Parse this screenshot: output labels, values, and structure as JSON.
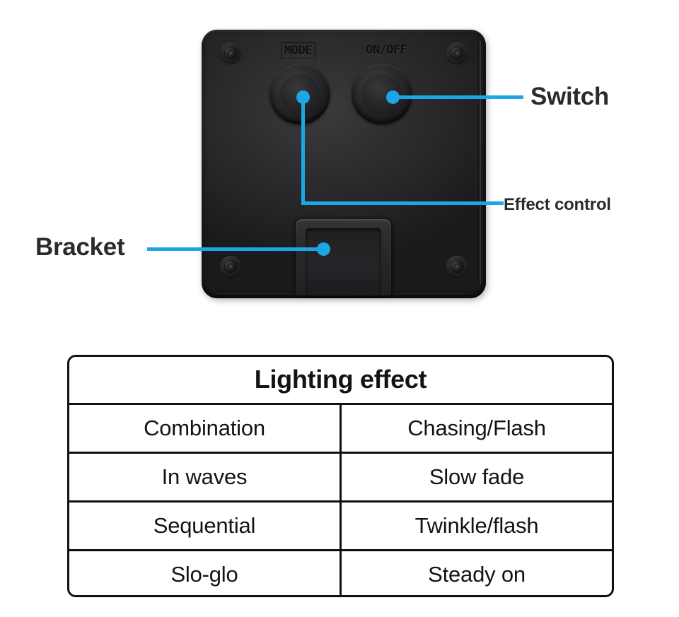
{
  "colors": {
    "accent": "#1CA6E4",
    "label_text": "#2b2b2d",
    "table_text": "#131315",
    "table_border": "#111113",
    "device_body": "#2c2c2f",
    "background": "#ffffff"
  },
  "product": {
    "device_name": "led-controller-box",
    "engraved_labels": {
      "mode": "MODE",
      "onoff": "ON/OFF"
    },
    "buttons": [
      {
        "name": "mode-button",
        "label": "MODE"
      },
      {
        "name": "power-button",
        "label": "ON/OFF"
      }
    ],
    "screws": [
      "top-left",
      "top-right",
      "bottom-left",
      "bottom-right"
    ]
  },
  "callouts": [
    {
      "id": "switch",
      "label": "Switch",
      "target": "power-button"
    },
    {
      "id": "effect-control",
      "label": "Effect control",
      "target": "mode-button"
    },
    {
      "id": "bracket",
      "label": "Bracket",
      "target": "mounting-bracket"
    }
  ],
  "table": {
    "title": "Lighting effect",
    "columns": 2,
    "rows": [
      [
        "Combination",
        "Chasing/Flash"
      ],
      [
        "In waves",
        "Slow fade"
      ],
      [
        "Sequential",
        "Twinkle/flash"
      ],
      [
        "Slo-glo",
        "Steady on"
      ]
    ]
  }
}
